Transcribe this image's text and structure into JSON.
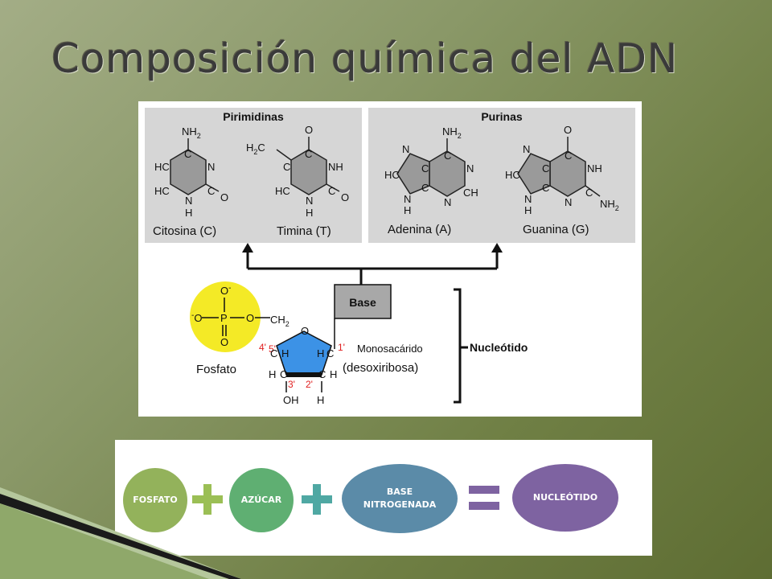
{
  "slide": {
    "title": "Composición química del ADN"
  },
  "diagram": {
    "pyrimidines_header": "Pirimidinas",
    "purines_header": "Purinas",
    "cytosine_label": "Citosina (C)",
    "thymine_label": "Timina (T)",
    "adenine_label": "Adenina (A)",
    "guanine_label": "Guanina (G)",
    "base_box": "Base",
    "monosaccharide_label": "Monosacárido",
    "deoxyribose_label": "(desoxiribosa)",
    "phosphate_label": "Fosfato",
    "nucleotide_label": "Nucleótido",
    "atoms": {
      "nh2": "NH",
      "sub2": "2",
      "hc": "HC",
      "c": "C",
      "n": "N",
      "h": "H",
      "o": "O",
      "nh": "NH",
      "h3c": "H",
      "ch": "CH",
      "ch2": "CH",
      "oh": "OH",
      "p": "P",
      "o_minus": "O",
      "minus": "-"
    },
    "carbon_numbers": [
      "5'",
      "4'",
      "3'",
      "2'",
      "1'"
    ],
    "colors": {
      "phosphate": "#f4ea26",
      "sugar": "#3c92e6",
      "base_panel": "#d6d6d6",
      "ring": "#9a9a9a",
      "carbon_number": "#e02020"
    }
  },
  "equation": {
    "phosphate": "FOSFATO",
    "sugar": "AZÚCAR",
    "base_line1": "BASE",
    "base_line2": "NITROGENADA",
    "nucleotide": "NUCLEÓTIDO",
    "colors": {
      "phosphate": "#93b25b",
      "sugar": "#5faf72",
      "base": "#5b8ba8",
      "nucleotide": "#7e63a1"
    }
  }
}
